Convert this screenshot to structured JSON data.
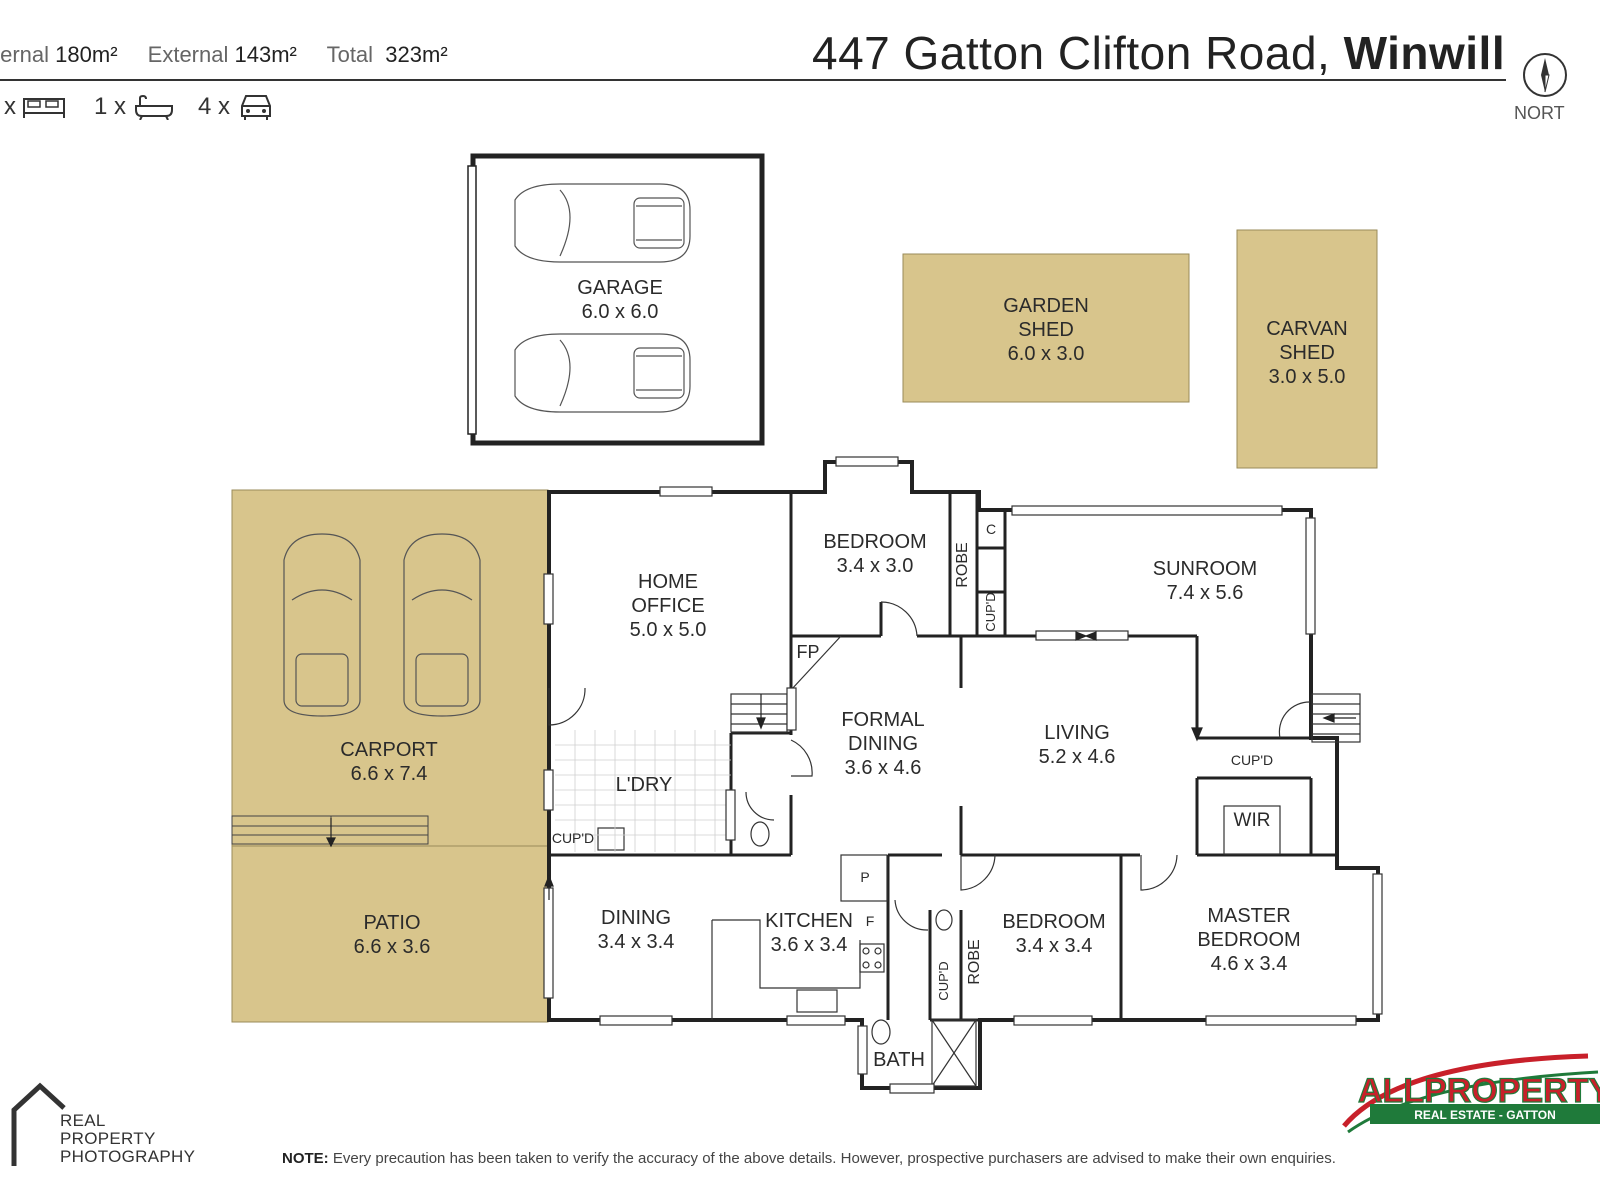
{
  "header": {
    "internal_label": "ternal",
    "internal_value": "180m²",
    "external_label": "External",
    "external_value": "143m²",
    "total_label": "Total",
    "total_value": "323m²",
    "address_plain": "447 Gatton Clifton Road,",
    "address_bold": "Winwill"
  },
  "features": {
    "bed_prefix": "x",
    "bath_prefix": "1 x",
    "car_prefix": "4 x"
  },
  "compass": {
    "label": "NORT",
    "icon": "north-arrow-icon"
  },
  "rooms": {
    "garage": {
      "name": "GARAGE",
      "size": "6.0 x 6.0"
    },
    "garden_shed": {
      "name1": "GARDEN",
      "name2": "SHED",
      "size": "6.0 x 3.0"
    },
    "carvan_shed": {
      "name1": "CARVAN",
      "name2": "SHED",
      "size": "3.0 x 5.0"
    },
    "bedroom_top": {
      "name": "BEDROOM",
      "size": "3.4 x 3.0"
    },
    "home_office": {
      "name1": "HOME",
      "name2": "OFFICE",
      "size": "5.0 x 5.0"
    },
    "sunroom": {
      "name": "SUNROOM",
      "size": "7.4 x 5.6"
    },
    "carport": {
      "name": "CARPORT",
      "size": "6.6 x 7.4"
    },
    "formal_dining": {
      "name1": "FORMAL",
      "name2": "DINING",
      "size": "3.6 x 4.6"
    },
    "living": {
      "name": "LIVING",
      "size": "5.2 x 4.6"
    },
    "laundry": {
      "name": "L'DRY"
    },
    "patio": {
      "name": "PATIO",
      "size": "6.6 x 3.6"
    },
    "dining": {
      "name": "DINING",
      "size": "3.4 x 3.4"
    },
    "kitchen": {
      "name": "KITCHEN",
      "size": "3.6 x 3.4"
    },
    "bedroom_mid": {
      "name": "BEDROOM",
      "size": "3.4 x 3.4"
    },
    "master": {
      "name1": "MASTER",
      "name2": "BEDROOM",
      "size": "4.6 x 3.4"
    },
    "bath": {
      "name": "BATH"
    }
  },
  "small_labels": {
    "robe_top": "ROBE",
    "cupd_top": "CUP'D",
    "c": "C",
    "fp": "FP",
    "cupd_sun": "CUP'D",
    "wir": "WIR",
    "cupd_laundry": "CUP'D",
    "p": "P",
    "f": "F",
    "cupd_hall": "CUP'D",
    "robe_mid": "ROBE"
  },
  "footer": {
    "note_label": "NOTE:",
    "note_text": "Every precaution has been taken to verify the accuracy of the above details. However, prospective purchasers are advised to make their own enquiries.",
    "photographer_line1": "REAL",
    "photographer_line2": "PROPERTY",
    "photographer_line3": "PHOTOGRAPHY",
    "agency_name": "ALLPROPERTY",
    "agency_sub": "REAL ESTATE - GATTON"
  },
  "colors": {
    "outbuilding_fill": "#d8c58c",
    "wall": "#222222",
    "agency_red": "#c8202a",
    "agency_green": "#1f7a3a"
  }
}
